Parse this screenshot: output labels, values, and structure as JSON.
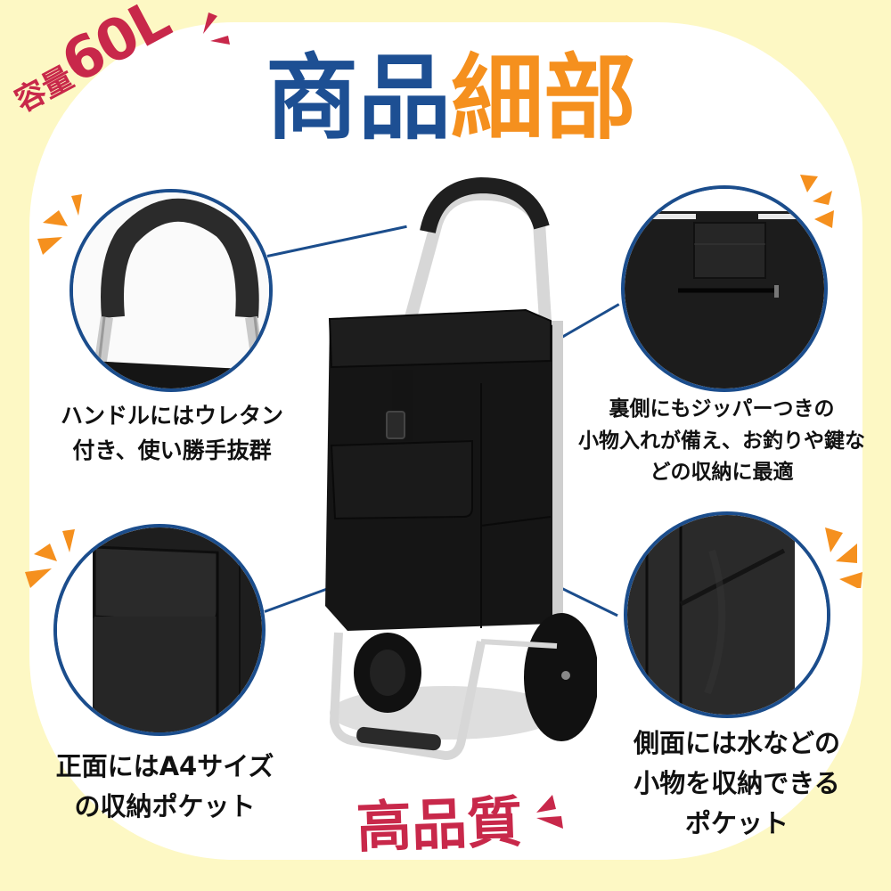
{
  "header": {
    "title_part1": "商品",
    "title_part2": "細部",
    "capacity_label_small": "容量",
    "capacity_label_big": "60L"
  },
  "footer": {
    "quality_label": "高品質"
  },
  "features": [
    {
      "id": "handle",
      "line1": "ハンドルにはウレタン",
      "line2": "付き、使い勝手抜群",
      "icon": "handle-closeup"
    },
    {
      "id": "back-zipper",
      "line1": "裏側にもジッパーつきの",
      "line2": "小物入れが備え、お釣りや鍵な",
      "line3": "どの収納に最適",
      "icon": "zipper-pocket-closeup"
    },
    {
      "id": "front-pocket",
      "line1": "正面にはA4サイズ",
      "line2": "の収納ポケット",
      "icon": "front-pocket-closeup"
    },
    {
      "id": "side-pocket",
      "line1": "側面には水などの",
      "line2": "小物を収納できる",
      "line3": "ポケット",
      "icon": "side-pocket-closeup"
    }
  ],
  "colors": {
    "background_yellow": "#fdf8c4",
    "title_blue": "#1d4f93",
    "title_orange": "#f5901e",
    "accent_red": "#c8284a",
    "circle_border": "#1b4d8c",
    "burst_orange": "#f5901e"
  },
  "product": {
    "name": "shopping-cart-trolley",
    "color": "black"
  }
}
